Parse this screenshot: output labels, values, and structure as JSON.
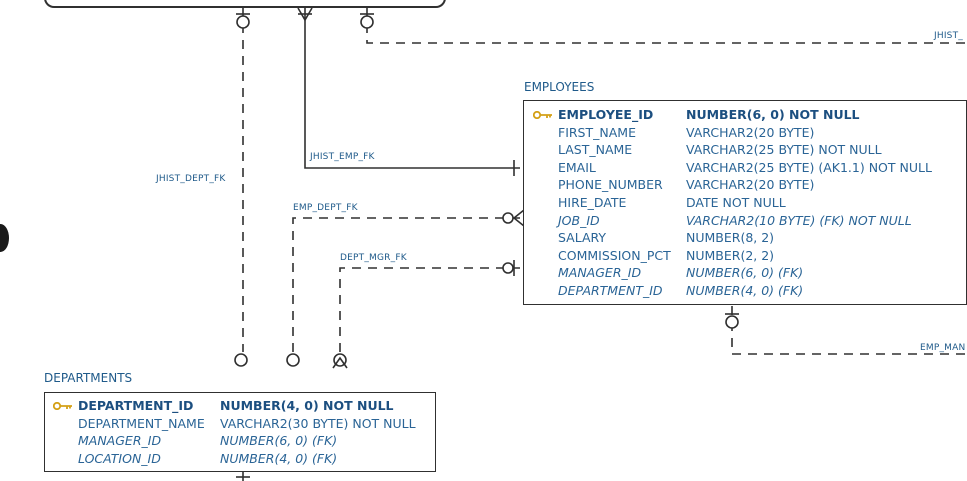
{
  "colors": {
    "text": "#1f5a8a",
    "line": "#303030",
    "key": "#d4a017"
  },
  "relationships": {
    "jhist_dept_fk": "JHIST_DEPT_FK",
    "jhist_emp_fk": "JHIST_EMP_FK",
    "emp_dept_fk": "EMP_DEPT_FK",
    "dept_mgr_fk": "DEPT_MGR_FK",
    "jhist_right": "JHIST_",
    "emp_man": "EMP_MAN"
  },
  "employees": {
    "title": "EMPLOYEES",
    "columns": [
      {
        "name": "EMPLOYEE_ID",
        "type": "NUMBER(6, 0) NOT NULL"
      },
      {
        "name": "FIRST_NAME",
        "type": "VARCHAR2(20 BYTE)"
      },
      {
        "name": "LAST_NAME",
        "type": "VARCHAR2(25 BYTE) NOT NULL"
      },
      {
        "name": "EMAIL",
        "type": "VARCHAR2(25 BYTE) (AK1.1) NOT NULL"
      },
      {
        "name": "PHONE_NUMBER",
        "type": "VARCHAR2(20 BYTE)"
      },
      {
        "name": "HIRE_DATE",
        "type": "DATE NOT NULL"
      },
      {
        "name": "JOB_ID",
        "type": "VARCHAR2(10 BYTE) (FK) NOT NULL"
      },
      {
        "name": "SALARY",
        "type": "NUMBER(8, 2)"
      },
      {
        "name": "COMMISSION_PCT",
        "type": "NUMBER(2, 2)"
      },
      {
        "name": "MANAGER_ID",
        "type": "NUMBER(6, 0) (FK)"
      },
      {
        "name": "DEPARTMENT_ID",
        "type": "NUMBER(4, 0) (FK)"
      }
    ]
  },
  "departments": {
    "title": "DEPARTMENTS",
    "columns": [
      {
        "name": "DEPARTMENT_ID",
        "type": "NUMBER(4, 0) NOT NULL"
      },
      {
        "name": "DEPARTMENT_NAME",
        "type": "VARCHAR2(30 BYTE) NOT NULL"
      },
      {
        "name": "MANAGER_ID",
        "type": "NUMBER(6, 0) (FK)"
      },
      {
        "name": "LOCATION_ID",
        "type": "NUMBER(4, 0) (FK)"
      }
    ]
  }
}
